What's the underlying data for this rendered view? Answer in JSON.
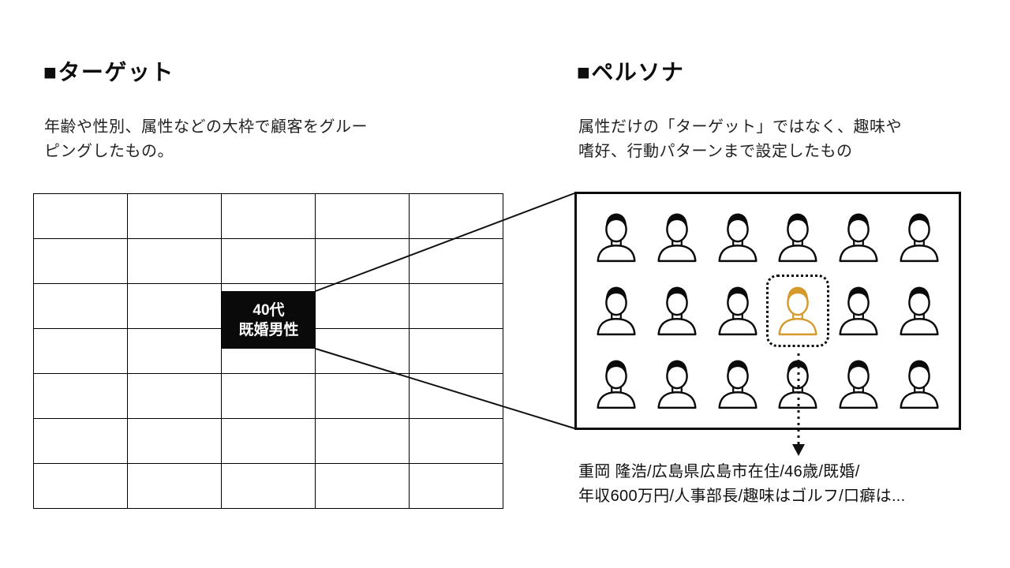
{
  "colors": {
    "ink": "#0d0d0d",
    "highlight": "#D49A2B",
    "background": "#ffffff"
  },
  "left": {
    "heading": "■ターゲット",
    "description_lines": [
      "年齢や性別、属性などの大枠で顧客をグルー",
      "ピングしたもの。"
    ],
    "grid": {
      "rows": 7,
      "cols": 5
    },
    "highlight_cell_lines": [
      "40代",
      "既婚男性"
    ]
  },
  "right": {
    "heading": "■ペルソナ",
    "description_lines": [
      "属性だけの「ターゲット」ではなく、趣味や",
      "嗜好、行動パターンまで設定したもの"
    ],
    "grid": {
      "rows": 3,
      "cols": 6,
      "highlight": {
        "row": 2,
        "col": 4
      }
    },
    "profile_lines": [
      "重岡 隆浩/広島県広島市在住/46歳/既婚/",
      "年収600万円/人事部長/趣味はゴルフ/口癖は..."
    ]
  }
}
